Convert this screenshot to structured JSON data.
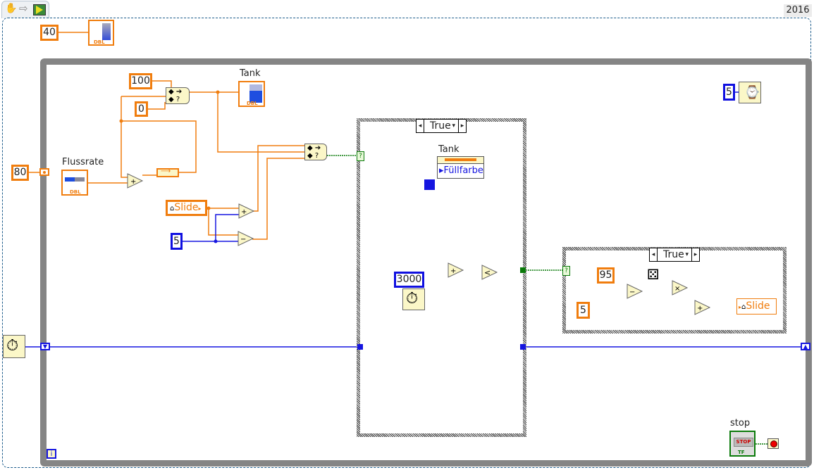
{
  "toolbar": {
    "icons": [
      "hand-tool-icon",
      "arrow-right-icon",
      "vi-icon"
    ],
    "version_label": "2016"
  },
  "constants": {
    "top_left_value": "40",
    "max_value": "100",
    "min_value": "0",
    "flow_init": "80",
    "step_value": "5",
    "timeout_ms": "3000",
    "wait_ms": "5",
    "random_max": "95",
    "random_min": "5"
  },
  "controls": {
    "flussrate_label": "Flussrate",
    "tank_label": "Tank",
    "slide_local_label": "Slide",
    "slide_write_label": "Slide",
    "tank_property_label": "Tank",
    "tank_property_item": "Füllfarbe",
    "stop_label": "stop",
    "stop_button_text": "STOP",
    "stop_type": "TF",
    "dbl_type": "DBL"
  },
  "case_structures": [
    {
      "selector_value": "True"
    },
    {
      "selector_value": "True"
    }
  ],
  "functions": {
    "add": "+",
    "subtract": "−",
    "multiply": "×",
    "less": "<",
    "info": "i"
  },
  "colors": {
    "numeric_wire": "#f07d0e",
    "integer_wire": "#1515e0",
    "boolean_wire": "#0a7a0a",
    "loop_border": "#858585",
    "node_fill": "#fbf7c8"
  }
}
